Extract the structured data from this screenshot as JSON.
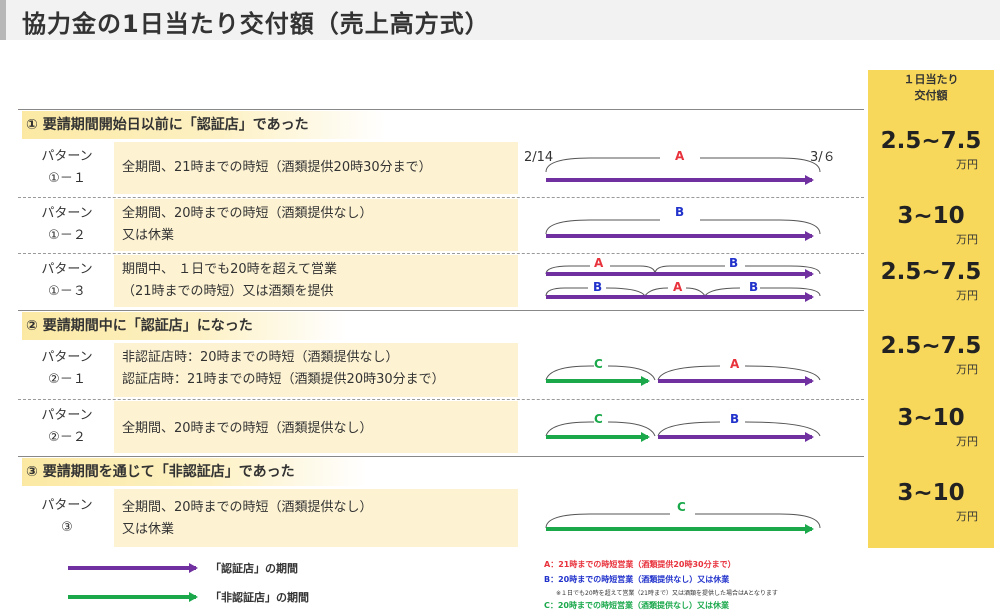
{
  "title": "協力金の1日当たり交付額（売上高方式）",
  "column_header": {
    "line1": "１日当たり",
    "line2": "交付額"
  },
  "sections": [
    {
      "label": "① 要請期間開始日以前に「認証店」であった"
    },
    {
      "label": "② 要請期間中に「認証店」になった"
    },
    {
      "label": "③ 要請期間を通じて「非認証店」であった"
    }
  ],
  "rows": [
    {
      "pattern1": "パターン",
      "pattern2": "①－１",
      "desc1": "全期間、21時までの時短（酒類提供20時30分まで）",
      "desc2": "",
      "amount": "2.5~7.5",
      "unit": "万円"
    },
    {
      "pattern1": "パターン",
      "pattern2": "①－２",
      "desc1": "全期間、20時までの時短（酒類提供なし）",
      "desc2": "又は休業",
      "amount": "3~10",
      "unit": "万円"
    },
    {
      "pattern1": "パターン",
      "pattern2": "①－３",
      "desc1": "期間中、 １日でも20時を超えて営業",
      "desc2": "（21時までの時短）又は酒類を提供",
      "amount": "2.5~7.5",
      "unit": "万円"
    },
    {
      "pattern1": "パターン",
      "pattern2": "②－１",
      "desc1": "非認証店時：20時までの時短（酒類提供なし）",
      "desc2": "認証店時：21時までの時短（酒類提供20時30分まで）",
      "amount": "2.5~7.5",
      "unit": "万円"
    },
    {
      "pattern1": "パターン",
      "pattern2": "②－２",
      "desc1": "全期間、20時までの時短（酒類提供なし）",
      "desc2": "",
      "amount": "3~10",
      "unit": "万円"
    },
    {
      "pattern1": "パターン",
      "pattern2": "③",
      "desc1": "全期間、20時までの時短（酒類提供なし）",
      "desc2": "又は休業",
      "amount": "3~10",
      "unit": "万円"
    }
  ],
  "timeline": {
    "start_date": "2/14",
    "end_date": "3/６",
    "label_a": "A",
    "label_b": "B",
    "label_c": "C"
  },
  "legend": {
    "certified": "「認証店」の期間",
    "uncertified": "「非認証店」の期間",
    "note_a": "A：21時までの時短営業（酒類提供20時30分まで）",
    "note_b": "B：20時までの時短営業（酒類提供なし）又は休業",
    "note_small": "※１日でも20時を超えて営業（21時まで）又は酒類を提供した場合はAとなります",
    "note_c": "C：20時までの時短営業（酒類提供なし）又は休業"
  },
  "colors": {
    "certified_arrow": "#7030a0",
    "uncertified_arrow": "#1aa84b",
    "label_a": "#e8323c",
    "label_b": "#2233cc",
    "label_c": "#1aa84b",
    "amount_column": "#f7d85b",
    "description_background": "#fdf3d3"
  }
}
